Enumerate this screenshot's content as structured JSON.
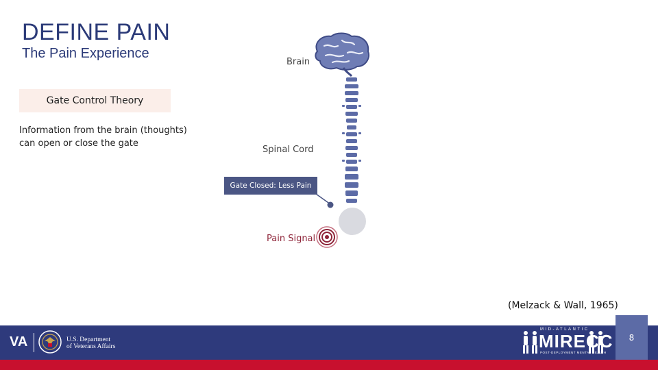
{
  "slide": {
    "title": "DEFINE PAIN",
    "subtitle": "The Pain Experience",
    "theory_label": "Gate Control Theory",
    "info_text": "Information from the brain (thoughts) can open or close the gate",
    "citation": "(Melzack & Wall, 1965)"
  },
  "diagram": {
    "brain_label": "Brain",
    "spinal_label": "Spinal Cord",
    "gate_label": "Gate Closed: Less Pain",
    "pain_label": "Pain Signal"
  },
  "footer": {
    "va_short": "VA",
    "dept_line1": "U.S. Department",
    "dept_line2": "of Veterans Affairs",
    "mirecc_top": "MID-ATLANTIC",
    "mirecc": "MIRECC",
    "mirecc_sub": "POST-DEPLOYMENT MENTAL HEALTH",
    "page_number": "8"
  },
  "colors": {
    "title": "#2b3a78",
    "footer_blue": "#2e3a7c",
    "footer_red": "#c8102e",
    "spine": "#5c6ba6",
    "gate_box": "#4b5684",
    "pain": "#8e2439"
  }
}
